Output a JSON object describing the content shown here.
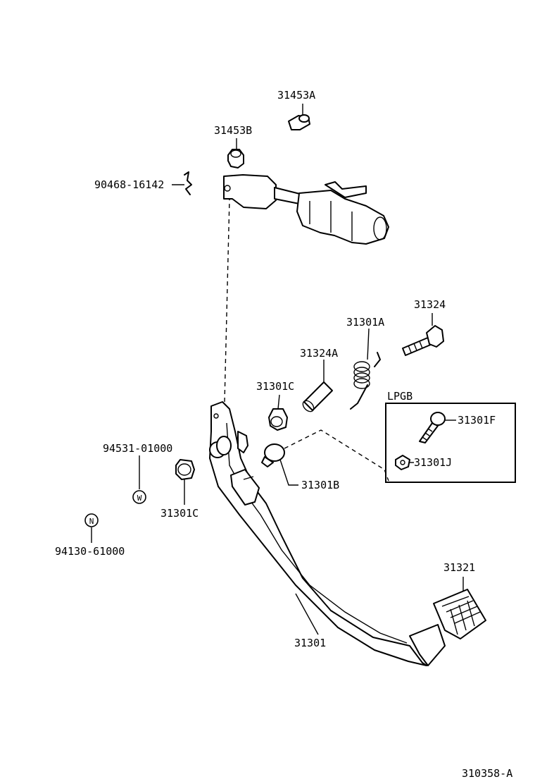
{
  "labels": {
    "p31453A": "31453A",
    "p31453B": "31453B",
    "p90468": "90468-16142",
    "p31324": "31324",
    "p31301A": "31301A",
    "p31324A": "31324A",
    "p31301C_top": "31301C",
    "p31301C_left": "31301C",
    "lpgb": "LPGB",
    "p31301F": "31301F",
    "p31301J": "31301J",
    "p94531": "94531-01000",
    "p31301B": "31301B",
    "p94130": "94130-61000",
    "p31321": "31321",
    "p31301": "31301",
    "figure_id": "310358-A"
  },
  "symbols": {
    "washer_marker": "W",
    "nut_marker": "N"
  },
  "colors": {
    "ink": "#000000",
    "paper": "#ffffff"
  }
}
